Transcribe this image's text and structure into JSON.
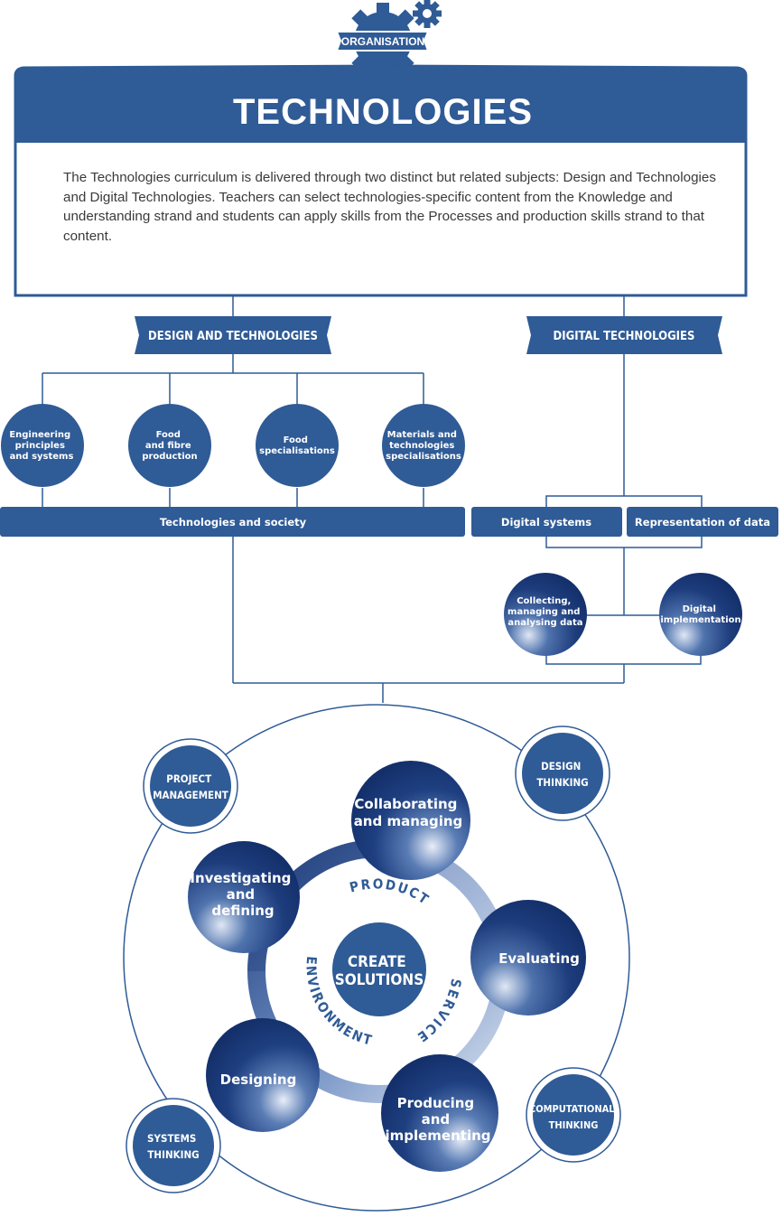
{
  "header": {
    "badge": "ORGANISATION",
    "title": "TECHNOLOGIES",
    "intro": "The Technologies curriculum is delivered through two distinct but related subjects: Design and Technologies and Digital Technologies. Teachers can select technologies-specific content from the Knowledge and understanding strand and students can apply skills from the Processes and production skills strand to that content."
  },
  "subjects": {
    "design": "DESIGN AND TECHNOLOGIES",
    "digital": "DIGITAL TECHNOLOGIES"
  },
  "contexts": [
    [
      "Engineering",
      "principles",
      "and systems"
    ],
    [
      "Food",
      "and fibre",
      "production"
    ],
    [
      "Food",
      "specialisations"
    ],
    [
      "Materials and",
      "technologies",
      "specialisations"
    ]
  ],
  "bars": {
    "tech_society": "Technologies and society",
    "digital_systems": "Digital systems",
    "representation": "Representation of data"
  },
  "digital_circles": [
    [
      "Collecting,",
      "managing and",
      "analysing data"
    ],
    [
      "Digital",
      "implementation"
    ]
  ],
  "thinking": {
    "project": [
      "PROJECT",
      "MANAGEMENT"
    ],
    "design": [
      "DESIGN",
      "THINKING"
    ],
    "systems": [
      "SYSTEMS",
      "THINKING"
    ],
    "computational": [
      "COMPUTATIONAL",
      "THINKING"
    ]
  },
  "processes": {
    "collaborating": [
      "Collaborating",
      "and managing"
    ],
    "investigating": [
      "Investigating",
      "and",
      "defining"
    ],
    "evaluating": [
      "Evaluating"
    ],
    "designing": [
      "Designing"
    ],
    "producing": [
      "Producing",
      "and",
      "implementing"
    ]
  },
  "center": {
    "line1": "CREATE",
    "line2": "SOLUTIONS",
    "product": "PRODUCT",
    "service": "SERVICE",
    "environment": "ENVIRONMENT"
  },
  "colors": {
    "primary": "#2f5b96",
    "dark": "#14306b",
    "border": "#2f5b96"
  }
}
